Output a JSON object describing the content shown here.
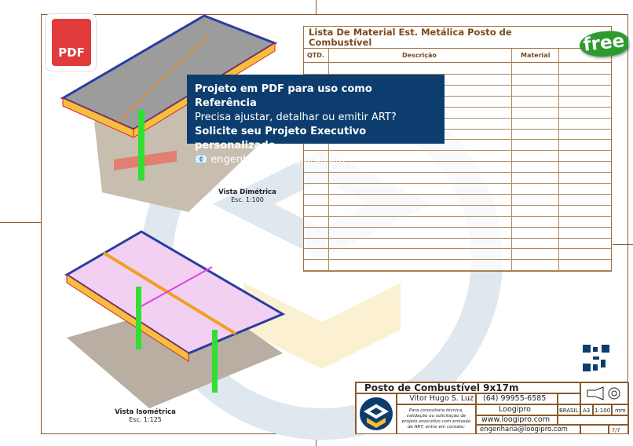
{
  "badges": {
    "pdf": "PDF",
    "free": "free"
  },
  "views": [
    {
      "title": "Vista Dimétrica",
      "scale": "Esc. 1:100"
    },
    {
      "title": "Vista Isométrica",
      "scale": "Esc. 1:125"
    }
  ],
  "material_list": {
    "title": "Lista De Material Est. Metálica Posto de Combustível",
    "columns": [
      "QTD.",
      "Descrição",
      "Material",
      ""
    ],
    "rows": []
  },
  "overlay": {
    "line1": "Projeto em PDF para uso como Referência",
    "line2": "Precisa ajustar, detalhar ou emitir ART?",
    "line3": "Solicite seu Projeto Executivo personalizado.",
    "email": "engenharia@loogipro.com"
  },
  "title_block": {
    "title": "Posto de Combustível 9x17m",
    "designer": "Vitor Hugo S. Luz",
    "phone": "(64) 99955-6585",
    "company": "Loogipro",
    "website": "www.loogipro.com",
    "email": "engenharia@loogipro.com",
    "notes": "Para consultoria técnica, validação ou solicitação de projeto executivo com emissão de ART, entre em contato:",
    "country": "BRASIL",
    "sheet_size": "A3",
    "scale": "1:100",
    "unit": "mm",
    "page": "7/7"
  },
  "colors": {
    "brand": "#0d3d6e",
    "border": "#8a5a2b",
    "accent": "#f2c12e"
  }
}
